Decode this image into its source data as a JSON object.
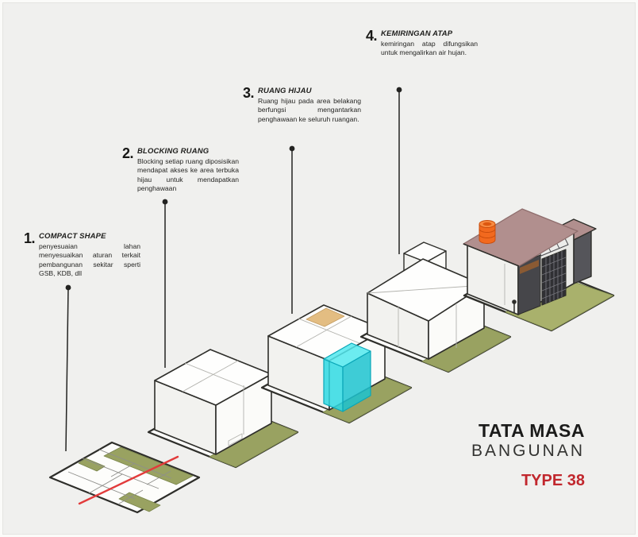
{
  "annotations": [
    {
      "number": "1.",
      "title": "COMPACT SHAPE",
      "body": "penyesuaian lahan menyesuaikan aturan terkait pembangunan sekitar sperti GSB, KDB, dll"
    },
    {
      "number": "2.",
      "title": "BLOCKING RUANG",
      "body": "Blocking setiap ruang diposisikan mendapat akses ke area terbuka hijau untuk mendapatkan penghawaan"
    },
    {
      "number": "3.",
      "title": "RUANG HIJAU",
      "body": "Ruang hijau pada area belakang berfungsi mengantarkan penghawaan ke seluruh ruangan."
    },
    {
      "number": "4.",
      "title": "KEMIRINGAN ATAP",
      "body": "kemiringan atap difungsikan untuk mengalirkan air hujan."
    }
  ],
  "title_block": {
    "primary": "TATA MASA",
    "secondary": "BANGUNAN",
    "type_label": "TYPE 38"
  },
  "stages": [
    {
      "name": "site-plan"
    },
    {
      "name": "blocking-massing"
    },
    {
      "name": "green-space-massing"
    },
    {
      "name": "roof-slope-massing"
    },
    {
      "name": "final-house"
    }
  ],
  "colors": {
    "bg": "#f0f0ee",
    "ink": "#232321",
    "outline": "#2e2e2a",
    "face_left": "#f2f2ef",
    "face_right": "#fbfbf9",
    "face_top": "#fefefd",
    "olive": "#99a261",
    "olive_dark": "#79844a",
    "grass": "#a9b16c",
    "tan": "#e3bd82",
    "tan_edge": "#c59e63",
    "cyan_top": "#52e9ef",
    "cyan_front": "#2fd9e3",
    "cyan_side": "#1cc3d0",
    "cyan_edge": "#0aa7b8",
    "roof_mauve": "#b18f8e",
    "roof_mauve_dark": "#8f6e6d",
    "orange": "#f2691e",
    "orange_top": "#f78b42",
    "orange_dark": "#c84c0c",
    "wood": "#8a5a33",
    "dark_wall": "#46464a",
    "darker_wall": "#303034",
    "grid_line": "#74747a",
    "red_line": "#e23b3b",
    "type_red": "#c1272d",
    "thin_line": "#b3b3ae"
  }
}
